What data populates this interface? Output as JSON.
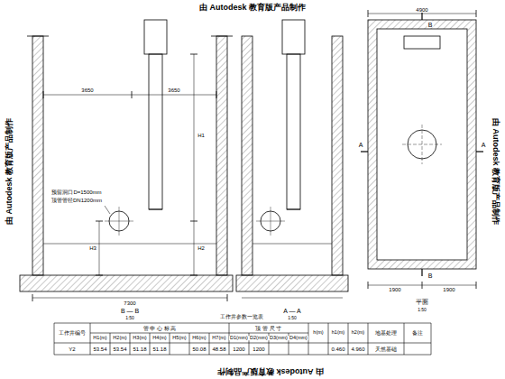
{
  "diagram": {
    "labels": [
      "由 Autodesk 教育版产品制作",
      "由 Autodesk 教育版产品制作",
      "由 Autodesk 教育版产品制作",
      "由 Autodesk 教育版产品制作",
      "3650",
      "3650",
      "7300",
      "B — B",
      "1:50",
      "A — A",
      "1:50",
      "4900",
      "1900",
      "1900",
      "平面",
      "1:50",
      "A",
      "A",
      "B",
      "B",
      "预留洞口D=1500mm",
      "顶管管径DN1200mm",
      "H1",
      "H2",
      "H3",
      "工作井参数一览表",
      "工作井编号",
      "管 中 心 标 高",
      "顶 管 尺 寸",
      "H1(m)",
      "H2(m)",
      "H3(m)",
      "H4(m)",
      "H5(m)",
      "H6(m)",
      "H7(m)",
      "D1(mm)",
      "D2(mm)",
      "D3(mm)",
      "D4(mm)",
      "h(m)",
      "h1(m)",
      "h2(m)",
      "地基处理",
      "备注",
      "Y2",
      "53.54",
      "53.54",
      "51.18",
      "51.18",
      "50.08",
      "48.58",
      "1200",
      "1200",
      "0.460",
      "4.960",
      "天然基础"
    ]
  }
}
